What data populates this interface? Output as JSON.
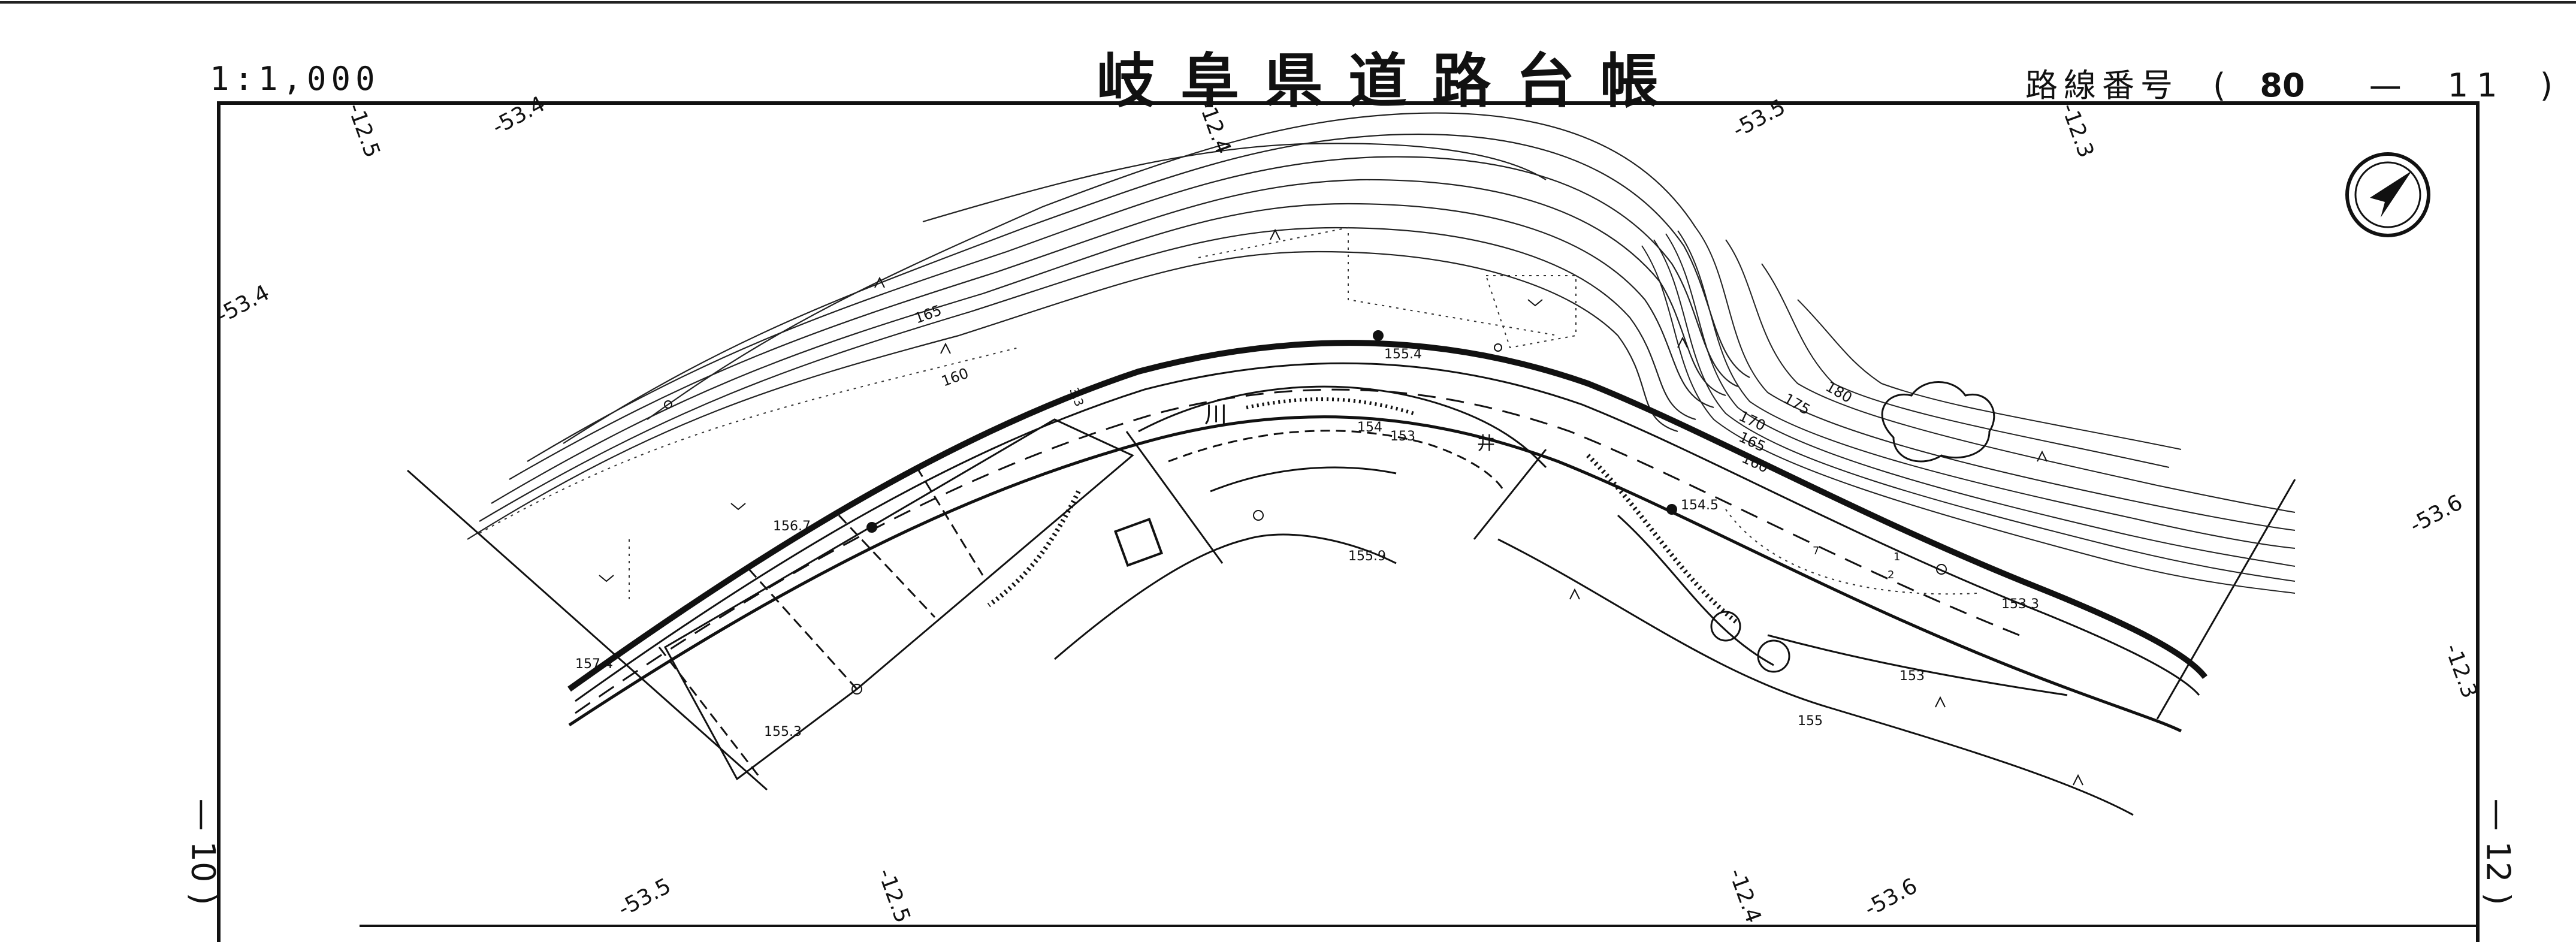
{
  "header": {
    "scale": "1:1,000",
    "title": "岐阜県道路台帳",
    "route_label": "路線番号",
    "route_open": "(",
    "route_number": "80",
    "route_sep": "—",
    "route_sub": "11",
    "route_close": ")"
  },
  "sheet_refs": {
    "left": "— 10 )",
    "right": "— 12 )"
  },
  "grid_labels": {
    "top": [
      "-12.5",
      "-53.4",
      "-12.4",
      "-53.5",
      "-12.3"
    ],
    "left": [
      "-53.4"
    ],
    "right": [
      "-53.6",
      "-12.3"
    ],
    "bottom": [
      "-53.5",
      "-12.5",
      "-12.4",
      "-53.6"
    ]
  },
  "contour_labels": [
    "165",
    "160",
    "175",
    "180",
    "170",
    "165",
    "160"
  ],
  "elevations": [
    "155.4",
    "156.7",
    "157.4",
    "155.3",
    "155.9",
    "154.5",
    "153.3",
    "154",
    "153",
    "153",
    "155"
  ],
  "map_symbols": {
    "river": "川",
    "well": "井",
    "dim": "3.3",
    "small_nums": [
      "2",
      "1",
      "7"
    ]
  },
  "icons": {
    "north": "north-arrow-icon"
  }
}
